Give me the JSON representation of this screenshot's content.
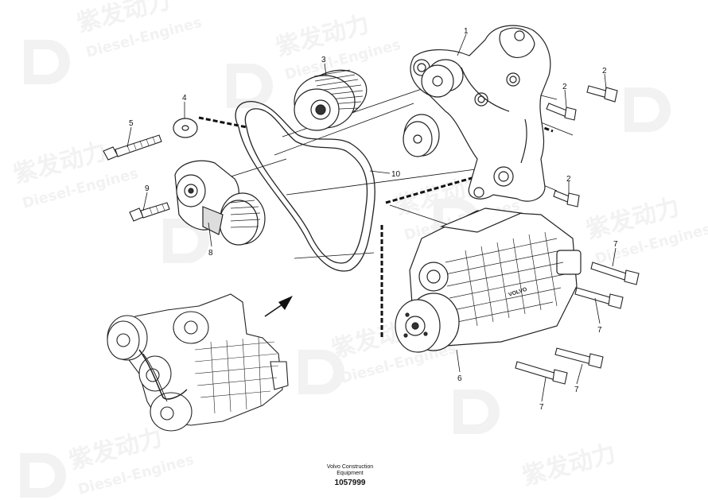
{
  "callouts": [
    {
      "id": "c1",
      "text": "1"
    },
    {
      "id": "c2a",
      "text": "2"
    },
    {
      "id": "c2b",
      "text": "2"
    },
    {
      "id": "c2c",
      "text": "2"
    },
    {
      "id": "c3",
      "text": "3"
    },
    {
      "id": "c4",
      "text": "4"
    },
    {
      "id": "c5",
      "text": "5"
    },
    {
      "id": "c6",
      "text": "6"
    },
    {
      "id": "c7a",
      "text": "7"
    },
    {
      "id": "c7b",
      "text": "7"
    },
    {
      "id": "c7c",
      "text": "7"
    },
    {
      "id": "c7d",
      "text": "7"
    },
    {
      "id": "c8",
      "text": "8"
    },
    {
      "id": "c9",
      "text": "9"
    },
    {
      "id": "c10",
      "text": "10"
    }
  ],
  "footer": {
    "line1": "Volvo Construction",
    "line2": "Equipment",
    "drawing_number": "1057999"
  },
  "watermark": {
    "cn": "紫发动力",
    "en": "Diesel-Engines"
  },
  "compressor_brand": "VOLVO"
}
